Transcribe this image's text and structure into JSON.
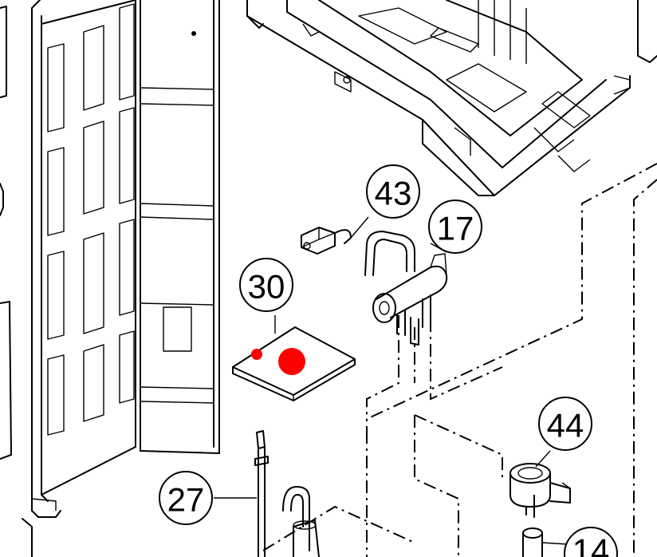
{
  "diagram": {
    "callouts": [
      {
        "id": "43",
        "label": "43"
      },
      {
        "id": "17",
        "label": "17"
      },
      {
        "id": "30",
        "label": "30"
      },
      {
        "id": "44",
        "label": "44"
      },
      {
        "id": "27",
        "label": "27"
      },
      {
        "id": "14",
        "label": "14"
      }
    ],
    "highlight_color": "#ff0000"
  }
}
